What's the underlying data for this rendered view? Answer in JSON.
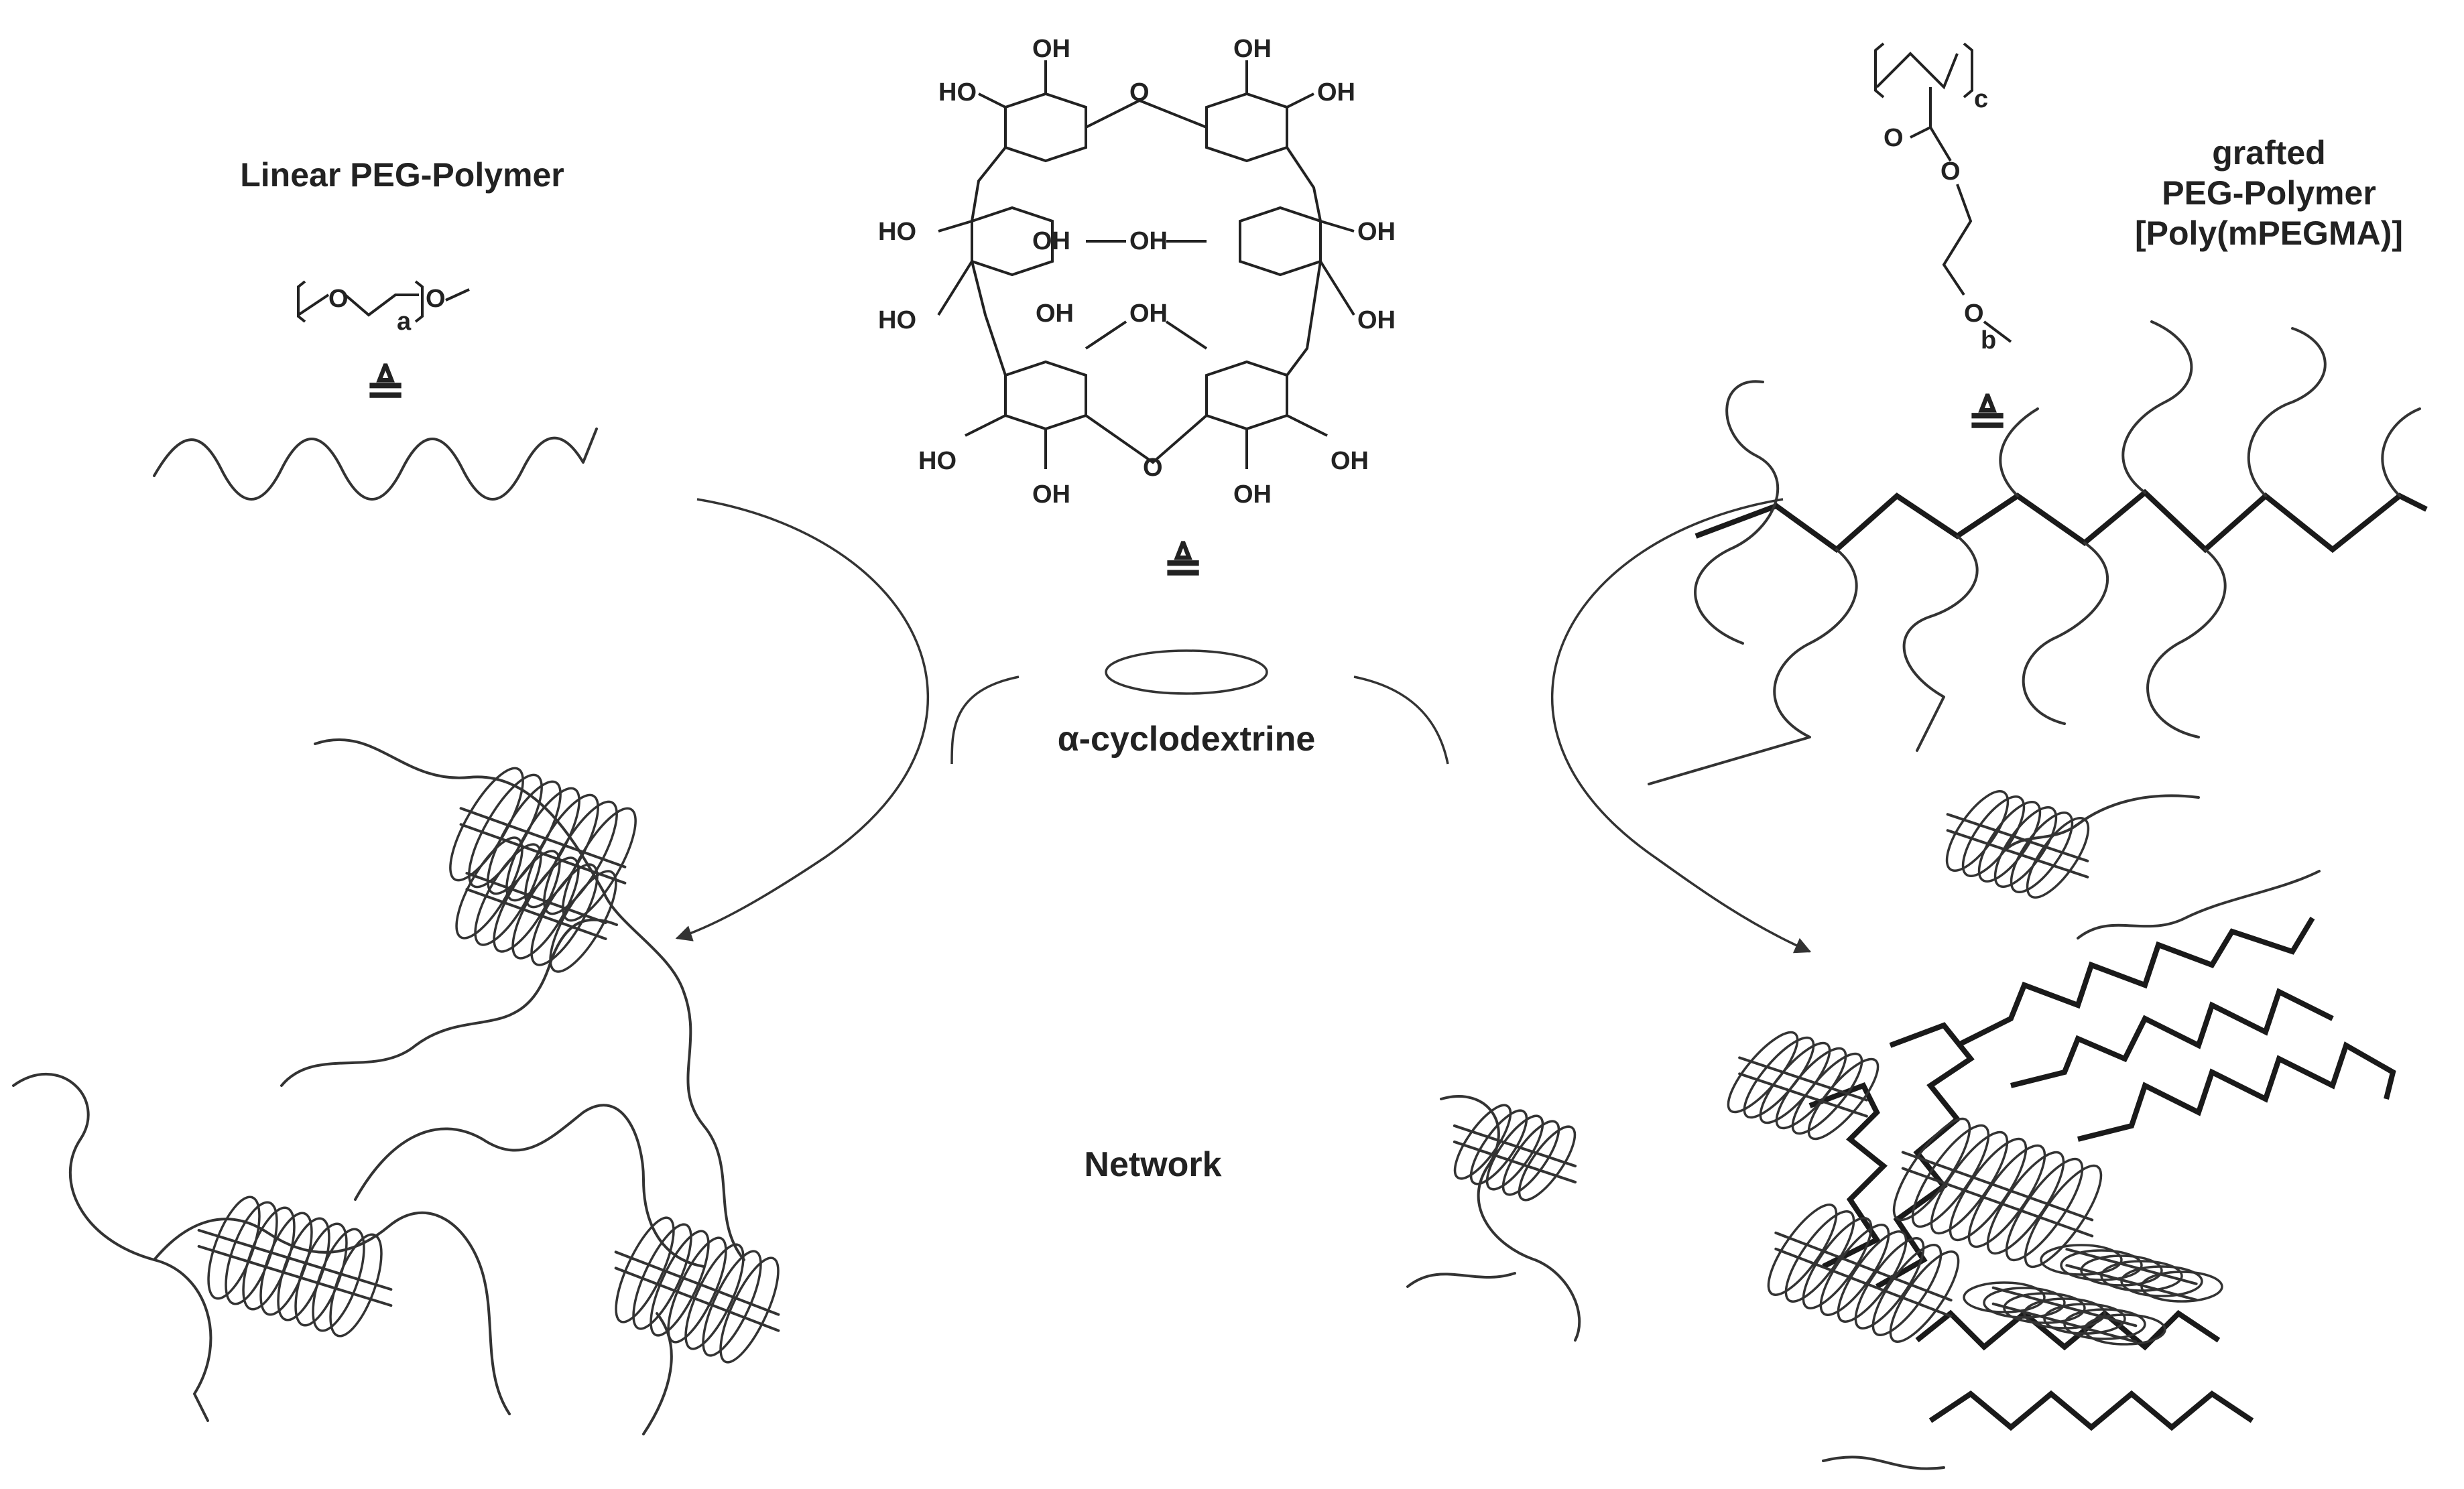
{
  "labels": {
    "linear": "Linear PEG-Polymer",
    "grafted_1": "grafted",
    "grafted_2": "PEG-Polymer",
    "grafted_3": "[Poly(mPEGMA)]",
    "cyclodextrin": "α-cyclodextrine",
    "network": "Network"
  },
  "equiv_symbol": "≜",
  "peg_formula": {
    "o": "O",
    "o2": "O",
    "sub": "a"
  },
  "mpegma_formula": {
    "o_carbonyl": "O",
    "o_ester": "O",
    "o_ether": "O",
    "sub_c": "c",
    "sub_b": "b"
  },
  "cyclodextrin_groups": {
    "oh_top_1": "OH",
    "oh_top_2": "OH",
    "ho_top_left": "HO",
    "oh_top_right": "OH",
    "ho_left_1": "HO",
    "ho_left_2": "HO",
    "oh_right_1": "OH",
    "oh_right_2": "OH",
    "oh_mid_1": "OH",
    "oh_mid_2": "OH",
    "oh_mid_3": "OH",
    "oh_mid_4": "OH",
    "ho_bot_left": "HO",
    "oh_bot_right": "OH",
    "oh_bot_1": "OH",
    "oh_bot_2": "OH",
    "ring_o": "O"
  }
}
